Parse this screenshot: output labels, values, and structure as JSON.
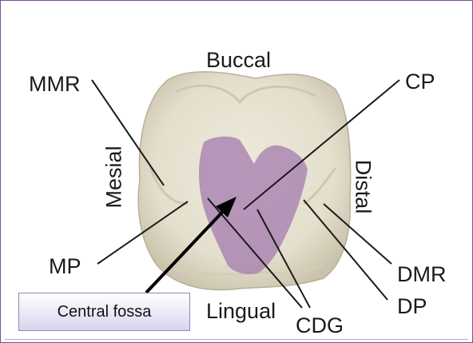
{
  "labels": {
    "buccal": "Buccal",
    "lingual": "Lingual",
    "mesial": "Mesial",
    "distal": "Distal",
    "mmr": "MMR",
    "cp": "CP",
    "mp": "MP",
    "dmr": "DMR",
    "dp": "DP",
    "cdg": "CDG"
  },
  "callout": {
    "text": "Central fossa"
  },
  "colors": {
    "frame": "#7a4e9a",
    "tooth": "#e9e4d4",
    "highlight": "#a77fb0",
    "arrow": "#000000",
    "callout_fill": "#d9d4ef"
  }
}
